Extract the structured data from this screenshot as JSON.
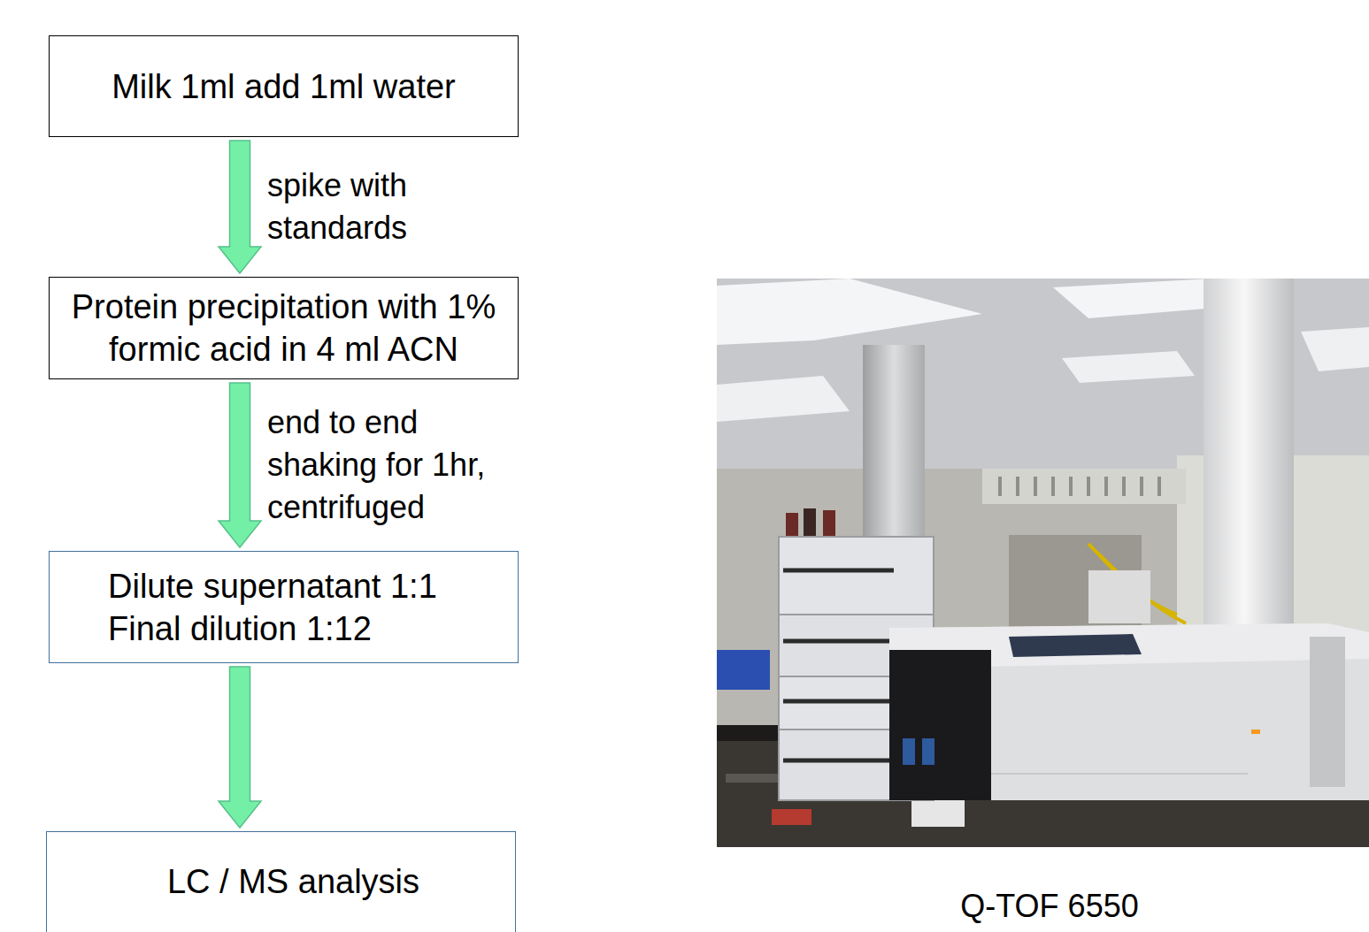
{
  "diagram": {
    "nodes": [
      {
        "text": [
          "Milk 1ml add 1ml water"
        ]
      },
      {
        "text": [
          "Protein precipitation with 1% formic acid in 4 ml ACN"
        ]
      },
      {
        "text": [
          "Dilute supernatant 1:1 Final dilution 1:12"
        ]
      },
      {
        "text": [
          "LC / MS analysis"
        ]
      }
    ],
    "edges": [
      {
        "from": 0,
        "to": 1,
        "label": "spike with standards",
        "arrow": "to"
      },
      {
        "from": 1,
        "to": 2,
        "label": "end to end shaking for 1hr, centrifuged",
        "arrow": "to"
      },
      {
        "from": 2,
        "to": 3,
        "arrow": "to"
      }
    ],
    "labels": [
      "Q-TOF 6550"
    ]
  }
}
